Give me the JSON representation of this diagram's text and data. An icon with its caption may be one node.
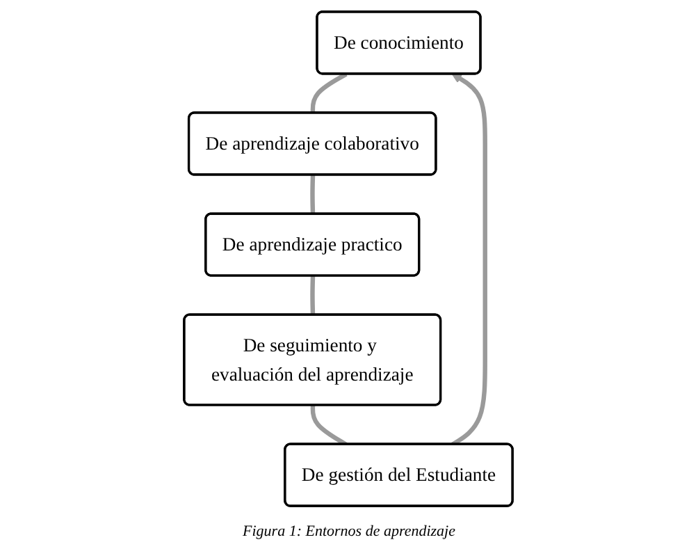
{
  "diagram": {
    "caption": "Figura 1: Entornos de aprendizaje",
    "nodes": [
      {
        "text": [
          "De conocimiento"
        ]
      },
      {
        "text": [
          "De aprendizaje colaborativo"
        ]
      },
      {
        "text": [
          "De aprendizaje practico"
        ]
      },
      {
        "text": [
          "De seguimiento y evaluación del aprendizaje"
        ]
      },
      {
        "text": [
          "De gestión del Estudiante"
        ]
      }
    ],
    "edges": [
      {
        "from": 0,
        "to": 1,
        "arrow": "none"
      },
      {
        "from": 1,
        "to": 2,
        "arrow": "none"
      },
      {
        "from": 2,
        "to": 3,
        "arrow": "none"
      },
      {
        "from": 3,
        "to": 4,
        "arrow": "none"
      },
      {
        "from": 4,
        "to": 0,
        "arrow": "to"
      }
    ]
  }
}
